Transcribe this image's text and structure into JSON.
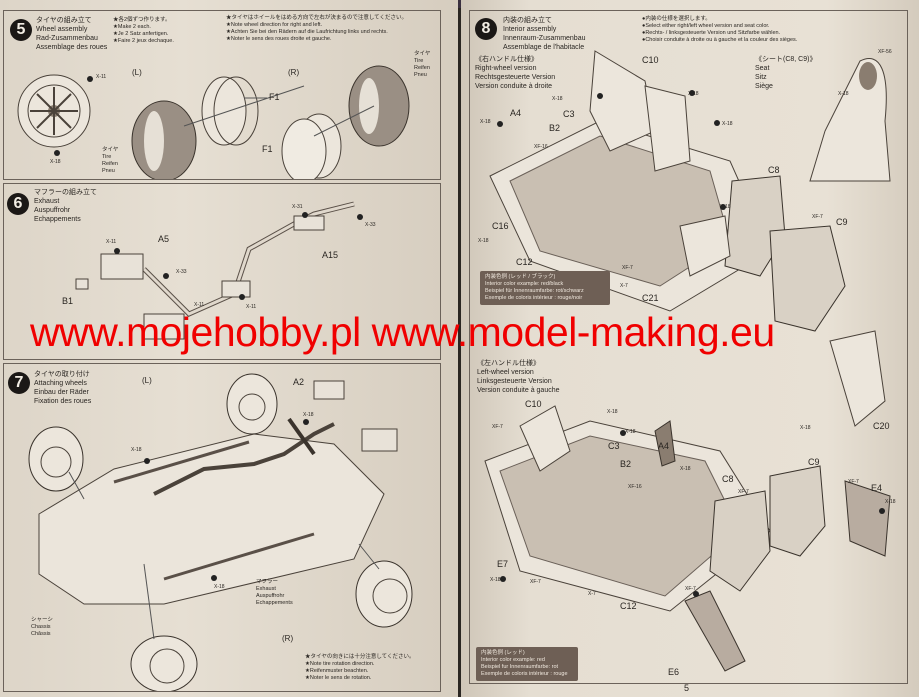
{
  "step5": {
    "number": "5",
    "title": [
      "タイヤの組み立て",
      "Wheel assembly",
      "Rad-Zusammenbau",
      "Assemblage des roues"
    ],
    "note1": [
      "★各2個ずつ作ります。",
      "★Make 2 each.",
      "★Je 2 Satz anfertigen.",
      "★Faire 2 jeux dechaque."
    ],
    "note2": [
      "★タイヤはホイールをはめる方向で左右が決まるので注意してください。",
      "★Note wheel direction for right and left.",
      "★Achten Sie bei den Rädern auf die Laufrichtung links und rechts.",
      "★Noter le sens des roues droite et gauche."
    ],
    "labels": [
      "(L)",
      "(R)",
      "X-11",
      "X-18",
      "F1",
      "F1",
      "タイヤ",
      "Tire",
      "Reifen",
      "Pneu",
      "タイヤ",
      "Tire",
      "Reifen",
      "Pneu"
    ]
  },
  "step6": {
    "number": "6",
    "title": [
      "マフラーの組み立て",
      "Exhaust",
      "Auspuffrohr",
      "Echappements"
    ],
    "labels": [
      "X-31",
      "X-33",
      "A15",
      "X-11",
      "A5",
      "X-33",
      "X-11",
      "B1",
      "X-11"
    ]
  },
  "step7": {
    "number": "7",
    "title": [
      "タイヤの取り付け",
      "Attaching wheels",
      "Einbau der Räder",
      "Fixation des roues"
    ],
    "labels": [
      "(L)",
      "A2",
      "X-18",
      "X-18",
      "X-18",
      "(R)"
    ],
    "exhaust": [
      "マフラー",
      "Exhaust",
      "Auspuffrohr",
      "Echappements"
    ],
    "chassis": [
      "シャーシ",
      "Chassis",
      "Châssis"
    ],
    "note": [
      "★タイヤの向きには十分注意してください。",
      "★Note tire rotation direction.",
      "★Reifenmuster beachten.",
      "★Noter le sens de rotation."
    ]
  },
  "step8": {
    "number": "8",
    "title": [
      "内装の組み立て",
      "Interior assembly",
      "Innenraum-Zusammenbau",
      "Assemblage de l'habitacle"
    ],
    "note": [
      "●内装の仕様を選択します。",
      "●Select either right/left wheel version and seat color.",
      "●Rechts- / linksgesteuerte Version und Sitzfarbe wählen.",
      "●Choisir conduite à droite ou à gauche et la couleur des sièges."
    ],
    "right_version": [
      "《右ハンドル仕様》",
      "Right-wheel version",
      "Rechtsgesteuerte Version",
      "Version conduite à droite"
    ],
    "left_version": [
      "《左ハンドル仕様》",
      "Left-wheel version",
      "Linksgesteuerte Version",
      "Version conduite à gauche"
    ],
    "seat": [
      "《シート(C8, C9)》",
      "Seat",
      "Sitz",
      "Siège"
    ],
    "color_black": [
      "内装色例 (レッド / ブラック)",
      "Interior color example: red/black",
      "Beispiel für Innenraumfarbe: rot/schwarz",
      "Exemple de coloris intérieur : rouge/noir"
    ],
    "color_red": [
      "内装色例 (レッド)",
      "Interior color example: red",
      "Beispiel fur Innenraumfarbe: rot",
      "Exemple de coloris intérieur : rouge"
    ],
    "labels_top": [
      "C10",
      "X-18",
      "X-18",
      "A4",
      "C3",
      "X-18",
      "B2",
      "X-18",
      "XF-16",
      "C16",
      "X-18",
      "C12",
      "XF-7",
      "X-7",
      "C8",
      "X-18",
      "XF-7",
      "C9",
      "C21",
      "X-18",
      "C20",
      "XF-56",
      "X-18"
    ],
    "labels_bottom": [
      "C10",
      "XF-7",
      "X-18",
      "C3",
      "X-18",
      "A4",
      "X-18",
      "B2",
      "XF-16",
      "C8",
      "XF-7",
      "C9",
      "XF-7",
      "E4",
      "X-18",
      "E7",
      "X-18",
      "XF-7",
      "X-7",
      "C12",
      "XF-7",
      "E6"
    ]
  },
  "watermark": "www.mojehobby.pl www.model-making.eu",
  "page_number": "5"
}
